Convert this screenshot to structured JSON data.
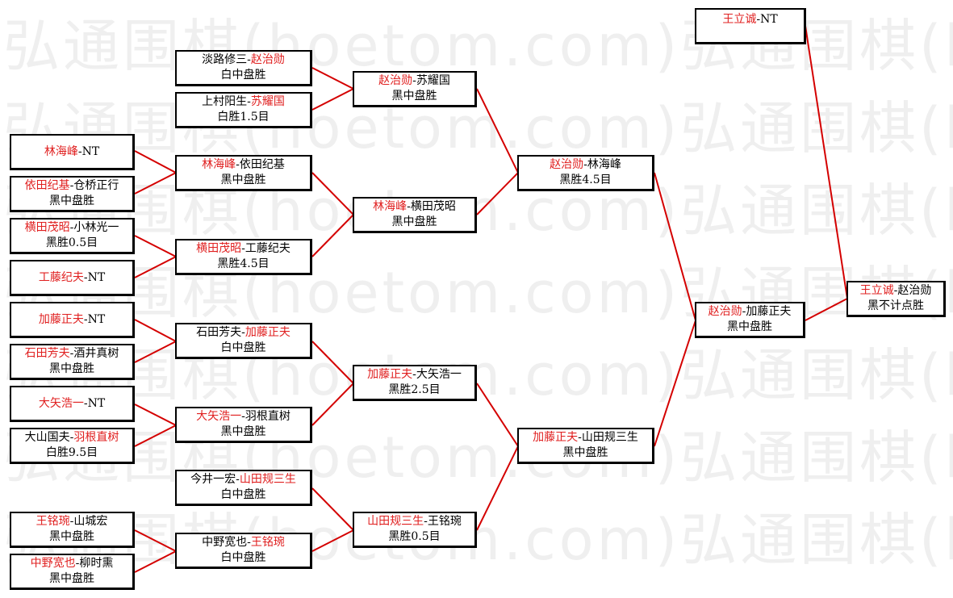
{
  "watermark": "弘通围棋(hoetom.com)弘通围棋(hoetom.com)",
  "colors": {
    "winner": "#e02020",
    "line": "#d40000"
  },
  "bracket": {
    "r1": [
      {
        "p1": "林海峰",
        "sep": "-",
        "p2": "NT",
        "winner": 1,
        "result": ""
      },
      {
        "p1": "依田纪基",
        "sep": "-",
        "p2": "仓桥正行",
        "winner": 1,
        "result": "黑中盘胜"
      },
      {
        "p1": "横田茂昭",
        "sep": "-",
        "p2": "小林光一",
        "winner": 1,
        "result": "黑胜0.5目"
      },
      {
        "p1": "工藤纪夫",
        "sep": "-",
        "p2": "NT",
        "winner": 1,
        "result": ""
      },
      {
        "p1": "加藤正夫",
        "sep": "-",
        "p2": "NT",
        "winner": 1,
        "result": ""
      },
      {
        "p1": "石田芳夫",
        "sep": "-",
        "p2": "酒井真树",
        "winner": 1,
        "result": "黑中盘胜"
      },
      {
        "p1": "大矢浩一",
        "sep": "-",
        "p2": "NT",
        "winner": 1,
        "result": ""
      },
      {
        "p1": "大山国夫",
        "sep": "-",
        "p2": "羽根直树",
        "winner": 2,
        "result": "白胜9.5目"
      },
      {
        "p1": "王铭琬",
        "sep": "-",
        "p2": "山城宏",
        "winner": 1,
        "result": "黑中盘胜"
      },
      {
        "p1": "中野宽也",
        "sep": "-",
        "p2": "柳时熏",
        "winner": 1,
        "result": "黑中盘胜"
      }
    ],
    "r2": [
      {
        "p1": "淡路修三",
        "sep": "-",
        "p2": "赵治勋",
        "winner": 2,
        "result": "白中盘胜"
      },
      {
        "p1": "上村阳生",
        "sep": "-",
        "p2": "苏耀国",
        "winner": 2,
        "result": "白胜1.5目"
      },
      {
        "p1": "林海峰",
        "sep": "-",
        "p2": "依田纪基",
        "winner": 1,
        "result": "黑中盘胜"
      },
      {
        "p1": "横田茂昭",
        "sep": "-",
        "p2": "工藤纪夫",
        "winner": 1,
        "result": "黑胜4.5目"
      },
      {
        "p1": "石田芳夫",
        "sep": "-",
        "p2": "加藤正夫",
        "winner": 2,
        "result": "白中盘胜"
      },
      {
        "p1": "大矢浩一",
        "sep": "-",
        "p2": "羽根直树",
        "winner": 1,
        "result": "黑中盘胜"
      },
      {
        "p1": "今井一宏",
        "sep": "-",
        "p2": "山田规三生",
        "winner": 2,
        "result": "白中盘胜"
      },
      {
        "p1": "中野宽也",
        "sep": "-",
        "p2": "王铭琬",
        "winner": 2,
        "result": "白中盘胜"
      }
    ],
    "r3": [
      {
        "p1": "赵治勋",
        "sep": "-",
        "p2": "苏耀国",
        "winner": 1,
        "result": "黑中盘胜"
      },
      {
        "p1": "林海峰",
        "sep": "-",
        "p2": "横田茂昭",
        "winner": 1,
        "result": "黑中盘胜"
      },
      {
        "p1": "加藤正夫",
        "sep": "-",
        "p2": "大矢浩一",
        "winner": 1,
        "result": "黑胜2.5目"
      },
      {
        "p1": "山田规三生",
        "sep": "-",
        "p2": "王铭琬",
        "winner": 1,
        "result": "黑胜0.5目"
      }
    ],
    "r4": [
      {
        "p1": "赵治勋",
        "sep": "-",
        "p2": "林海峰",
        "winner": 1,
        "result": "黑胜4.5目"
      },
      {
        "p1": "加藤正夫",
        "sep": "-",
        "p2": "山田规三生",
        "winner": 1,
        "result": "黑中盘胜"
      }
    ],
    "r5": [
      {
        "p1": "赵治勋",
        "sep": "-",
        "p2": "加藤正夫",
        "winner": 1,
        "result": "黑中盘胜"
      }
    ],
    "seed": {
      "p1": "王立诚",
      "sep": "-",
      "p2": "NT",
      "winner": 1,
      "result": ""
    },
    "final": {
      "p1": "王立诚",
      "sep": "-",
      "p2": "赵治勋",
      "winner": 1,
      "result": "黑不计点胜"
    }
  }
}
